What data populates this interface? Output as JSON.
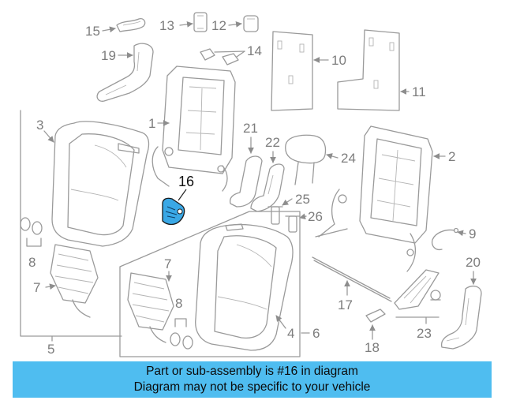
{
  "diagram": {
    "callouts": {
      "c1": "1",
      "c2": "2",
      "c3": "3",
      "c4_6": "4",
      "c6": "6",
      "c5": "5",
      "c7a": "7",
      "c7b": "7",
      "c8a": "8",
      "c8b": "8",
      "c9": "9",
      "c10": "10",
      "c11": "11",
      "c12": "12",
      "c13": "13",
      "c14": "14",
      "c15": "15",
      "c16": "16",
      "c17": "17",
      "c18": "18",
      "c19": "19",
      "c20": "20",
      "c21": "21",
      "c22": "22",
      "c23": "23",
      "c24": "24",
      "c25": "25",
      "c26": "26"
    },
    "highlight_color": "#3aa8e6",
    "line_color": "#9a9a9a"
  },
  "banner": {
    "line1": "Part or sub-assembly is #16 in diagram",
    "line2": "Diagram may not be specific to your vehicle",
    "background": "#4fbdf0"
  }
}
